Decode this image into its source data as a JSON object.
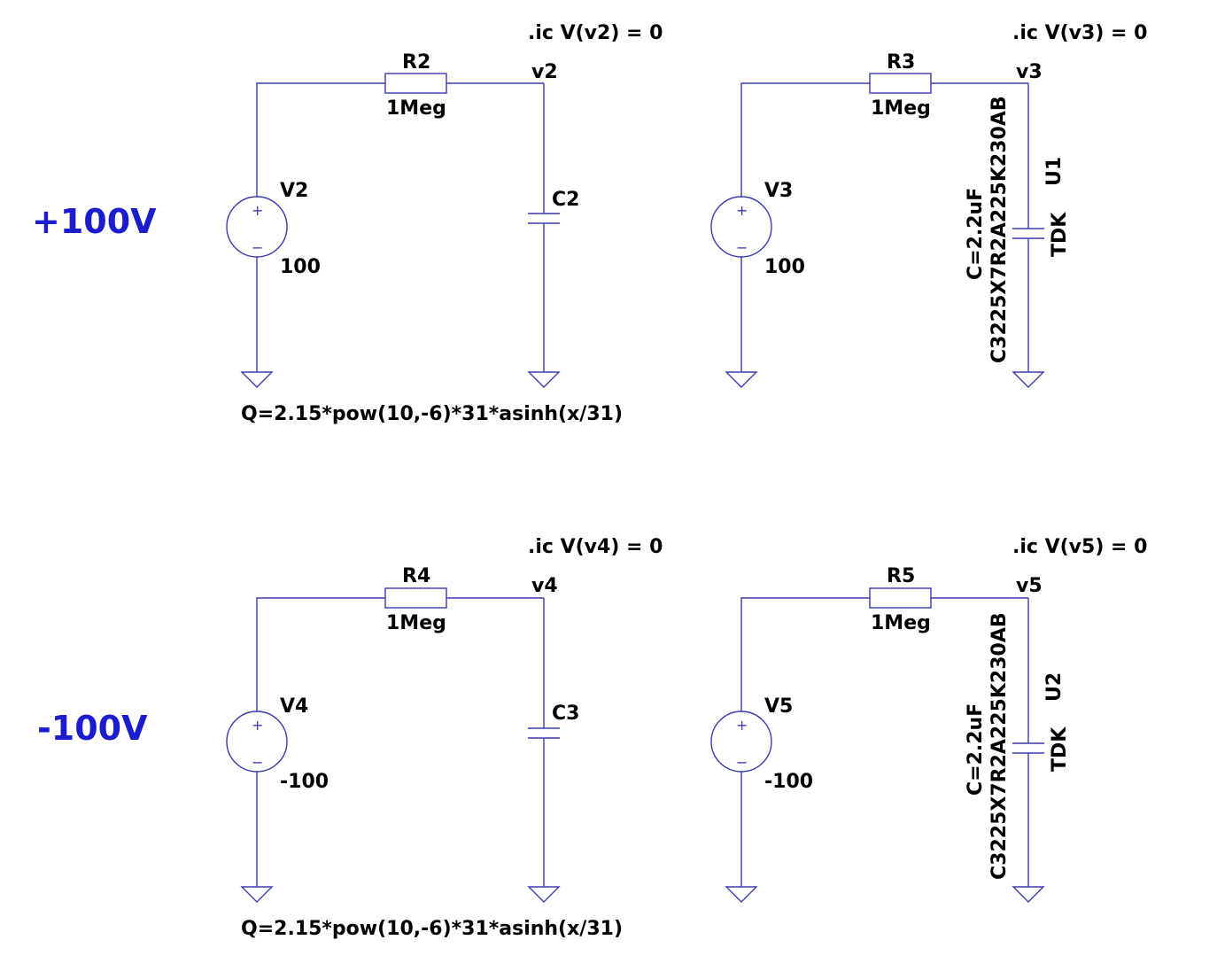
{
  "rows": [
    {
      "side_label": "+100V",
      "formula": "Q=2.15*pow(10,-6)*31*asinh(x/31)",
      "left": {
        "ic": ".ic V(v2) = 0",
        "resistor": "R2",
        "resistor_value": "1Meg",
        "node": "v2",
        "source": "V2",
        "source_value": "100",
        "cap": "C2"
      },
      "right": {
        "ic": ".ic V(v3) = 0",
        "resistor": "R3",
        "resistor_value": "1Meg",
        "node": "v3",
        "source": "V3",
        "source_value": "100",
        "cap_part": "C3225X7R2A225K230AB",
        "cap_value": "C=2.2uF",
        "cap_ref": "U1",
        "cap_mfr": "TDK"
      }
    },
    {
      "side_label": "-100V",
      "formula": "Q=2.15*pow(10,-6)*31*asinh(x/31)",
      "left": {
        "ic": ".ic V(v4) = 0",
        "resistor": "R4",
        "resistor_value": "1Meg",
        "node": "v4",
        "source": "V4",
        "source_value": "-100",
        "cap": "C3"
      },
      "right": {
        "ic": ".ic V(v5) = 0",
        "resistor": "R5",
        "resistor_value": "1Meg",
        "node": "v5",
        "source": "V5",
        "source_value": "-100",
        "cap_part": "C3225X7R2A225K230AB",
        "cap_value": "C=2.2uF",
        "cap_ref": "U2",
        "cap_mfr": "TDK"
      }
    }
  ],
  "colors": {
    "wire": "#3b3bb0",
    "big_label": "#1c1ccf",
    "text": "#000000"
  }
}
